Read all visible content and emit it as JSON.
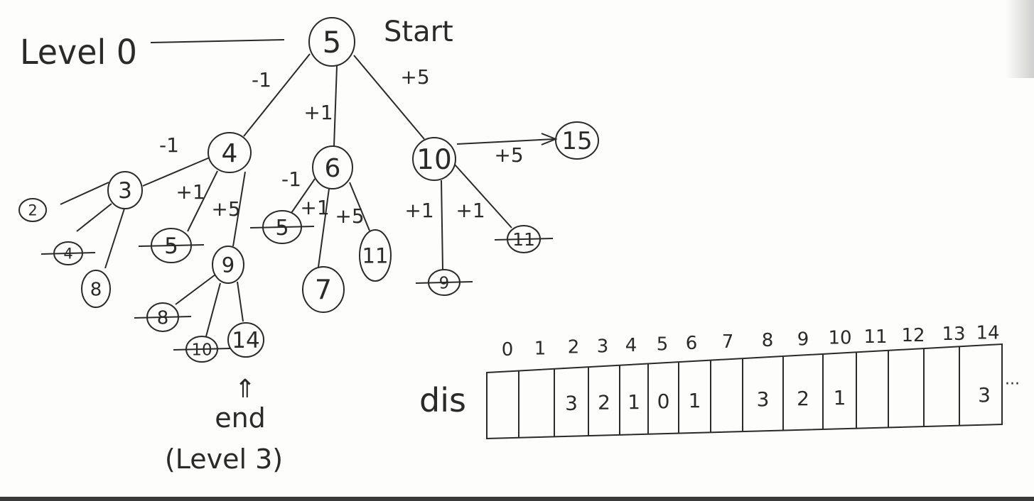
{
  "labels": {
    "level0": "Level 0",
    "start": "Start",
    "end_arrow": "⇑",
    "end": "end",
    "level3": "(Level 3)",
    "dis": "dis",
    "ellipsis": "···"
  },
  "nodes": [
    {
      "id": "root",
      "label": "5",
      "crossed": false
    },
    {
      "id": "n4",
      "label": "4",
      "crossed": false
    },
    {
      "id": "n6",
      "label": "6",
      "crossed": false
    },
    {
      "id": "n10",
      "label": "10",
      "crossed": false
    },
    {
      "id": "n15",
      "label": "15",
      "crossed": false
    },
    {
      "id": "n3",
      "label": "3",
      "crossed": false
    },
    {
      "id": "n2",
      "label": "2",
      "crossed": false
    },
    {
      "id": "n4b",
      "label": "4",
      "crossed": true
    },
    {
      "id": "n8a",
      "label": "8",
      "crossed": false
    },
    {
      "id": "n5a",
      "label": "5",
      "crossed": true
    },
    {
      "id": "n9",
      "label": "9",
      "crossed": false
    },
    {
      "id": "n8b",
      "label": "8",
      "crossed": true
    },
    {
      "id": "n10b",
      "label": "10",
      "crossed": true
    },
    {
      "id": "n14",
      "label": "14",
      "crossed": false
    },
    {
      "id": "n5b",
      "label": "5",
      "crossed": true
    },
    {
      "id": "n7",
      "label": "7",
      "crossed": false
    },
    {
      "id": "n11a",
      "label": "11",
      "crossed": false
    },
    {
      "id": "n9b",
      "label": "9",
      "crossed": true
    },
    {
      "id": "n11b",
      "label": "11",
      "crossed": true
    }
  ],
  "edges": [
    {
      "from": "root",
      "to": "n4",
      "label": "-1"
    },
    {
      "from": "root",
      "to": "n6",
      "label": "+1"
    },
    {
      "from": "root",
      "to": "n10",
      "label": "+5"
    },
    {
      "from": "n10",
      "to": "n15",
      "label": "+5"
    },
    {
      "from": "n4",
      "to": "n3",
      "label": "-1"
    },
    {
      "from": "n4",
      "to": "n5a",
      "label": "+1"
    },
    {
      "from": "n4",
      "to": "n9",
      "label": "+5"
    },
    {
      "from": "n3",
      "to": "n2",
      "label": ""
    },
    {
      "from": "n3",
      "to": "n4b",
      "label": ""
    },
    {
      "from": "n3",
      "to": "n8a",
      "label": ""
    },
    {
      "from": "n9",
      "to": "n8b",
      "label": ""
    },
    {
      "from": "n9",
      "to": "n10b",
      "label": ""
    },
    {
      "from": "n9",
      "to": "n14",
      "label": ""
    },
    {
      "from": "n6",
      "to": "n5b",
      "label": "-1"
    },
    {
      "from": "n6",
      "to": "n7",
      "label": "+1"
    },
    {
      "from": "n6",
      "to": "n11a",
      "label": "+5"
    },
    {
      "from": "n10",
      "to": "n9b",
      "label": "+1"
    },
    {
      "from": "n10",
      "to": "n11b",
      "label": "+1"
    }
  ],
  "dis_array": {
    "indices": [
      "0",
      "1",
      "2",
      "3",
      "4",
      "5",
      "6",
      "7",
      "8",
      "9",
      "10",
      "11",
      "12",
      "13",
      "14"
    ],
    "values": [
      "",
      "",
      "3",
      "2",
      "1",
      "0",
      "1",
      "",
      "3",
      "2",
      "1",
      "",
      "",
      "",
      "3"
    ]
  },
  "colors": {
    "ink": "#2a2a2a",
    "paper": "#fdfdfb"
  }
}
